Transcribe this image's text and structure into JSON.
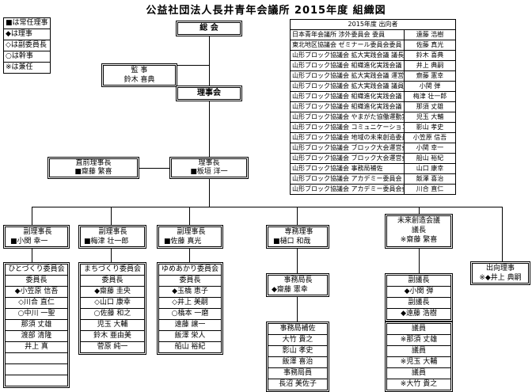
{
  "title": "公益社団法人長井青年会議所 2015年度 組織図",
  "legend": [
    "■は常任理事",
    "◆は理事",
    "◇は副委員長",
    "○は幹事",
    "※は兼任"
  ],
  "general_assembly": "総 会",
  "auditor": {
    "title": "監 事",
    "name": "鈴木 喜典"
  },
  "board": "理事会",
  "prev_president": {
    "title": "直前理事長",
    "name": "■齋藤 繁喜"
  },
  "president": {
    "title": "理事長",
    "name": "■板垣 洋一"
  },
  "secondment": {
    "header": "2015年度 出向者",
    "rows": [
      {
        "role": "日本青年会議所 渉外委員会 委員",
        "name": "遠藤 浩樹"
      },
      {
        "role": "東北地区協議会 ゼミナール委員会委員",
        "name": "佐藤 真光"
      },
      {
        "role": "山形ブロック協議会 拡大実践会議 議長",
        "name": "鈴木 喜典"
      },
      {
        "role": "山形ブロック協議会 組織進化実践会議 副議長",
        "name": "井上 典嗣"
      },
      {
        "role": "山形ブロック協議会 拡大実践会議 運営幹事",
        "name": "齋藤 憲幸"
      },
      {
        "role": "山形ブロック協議会 拡大実践会議 議員",
        "name": "小関 弾"
      },
      {
        "role": "山形ブロック協議会 組織進化実践会議 総括幹事",
        "name": "梅津 壮一郎"
      },
      {
        "role": "山形ブロック協議会 組織進化実践会議 議員",
        "name": "那須 丈雄"
      },
      {
        "role": "山形ブロック協議会 やまがた協働運動実践委員会 委員",
        "name": "児玉 大輔"
      },
      {
        "role": "山形ブロック協議会 コミュニケーションデザイン確立委員会 委員",
        "name": "影山 孝史"
      },
      {
        "role": "山形ブロック協議会 地域の未来創造委員会 委員",
        "name": "小笠原 信吾"
      },
      {
        "role": "山形ブロック協議会 ブロック大会運営委員会 委員",
        "name": "小関 幸一"
      },
      {
        "role": "山形ブロック協議会 ブロック大会運営委員会 委員",
        "name": "船山 裕紀"
      },
      {
        "role": "山形ブロック協議会 事務局補佐",
        "name": "山口 康幸"
      },
      {
        "role": "山形ブロック協議会 アカデミー委員会 委員",
        "name": "飯澤 喜治"
      },
      {
        "role": "山形ブロック協議会 アカデミー委員会委員",
        "name": "川合 直仁"
      }
    ]
  },
  "vp1": {
    "title": "副理事長",
    "name": "■小関 幸一"
  },
  "vp2": {
    "title": "副理事長",
    "name": "■梅津 壮一郎"
  },
  "vp3": {
    "title": "副理事長",
    "name": "■佐藤 真光"
  },
  "exec_director": {
    "title": "専務理事",
    "name": "■樋口 和哉"
  },
  "future": {
    "line1": "未来創造会議",
    "line2": "議長",
    "line3": "※齋藤 繁喜"
  },
  "outbound": {
    "title": "出向理事",
    "name": "※◆井上 典嗣"
  },
  "committee1": {
    "title": "ひとづくり委員会",
    "rows": [
      "委員長",
      "◆小笠原 信吾",
      "◇川合 直仁",
      "○中川 一聖",
      "那須 丈雄",
      "渡部 清隆",
      "井上 真",
      "",
      "",
      ""
    ]
  },
  "committee2": {
    "title": "まちづくり委員会",
    "rows": [
      "委員長",
      "◆齋藤 圭央",
      "◇山口 康幸",
      "○佐藤 和之",
      "児玉 大輔",
      "鈴木 亜由美",
      "菅原 純一"
    ]
  },
  "committee3": {
    "title": "ゆめあかり委員会",
    "rows": [
      "委員長",
      "◆玉橋 恵子",
      "◇井上 美嗣",
      "○橋本 一磨",
      "遠藤 譲一",
      "飯澤 栄人",
      "船山 裕紀"
    ]
  },
  "secretary_general": {
    "title": "事務局長",
    "name": "◆齋藤 憲幸"
  },
  "secretariat": {
    "rows": [
      "事務局補佐",
      "大竹 貴之",
      "影山 孝史",
      "飯澤 喜治",
      "事務局員",
      "長沼 美佐子"
    ]
  },
  "future_vice": {
    "rows": [
      "副議長",
      "◆小関 弾",
      "副議長",
      "◆遠藤 浩樹"
    ]
  },
  "future_members": {
    "rows": [
      "議員",
      "※那須 丈雄",
      "議員",
      "※児玉 大輔",
      "議員",
      "※大竹 貴之"
    ]
  }
}
